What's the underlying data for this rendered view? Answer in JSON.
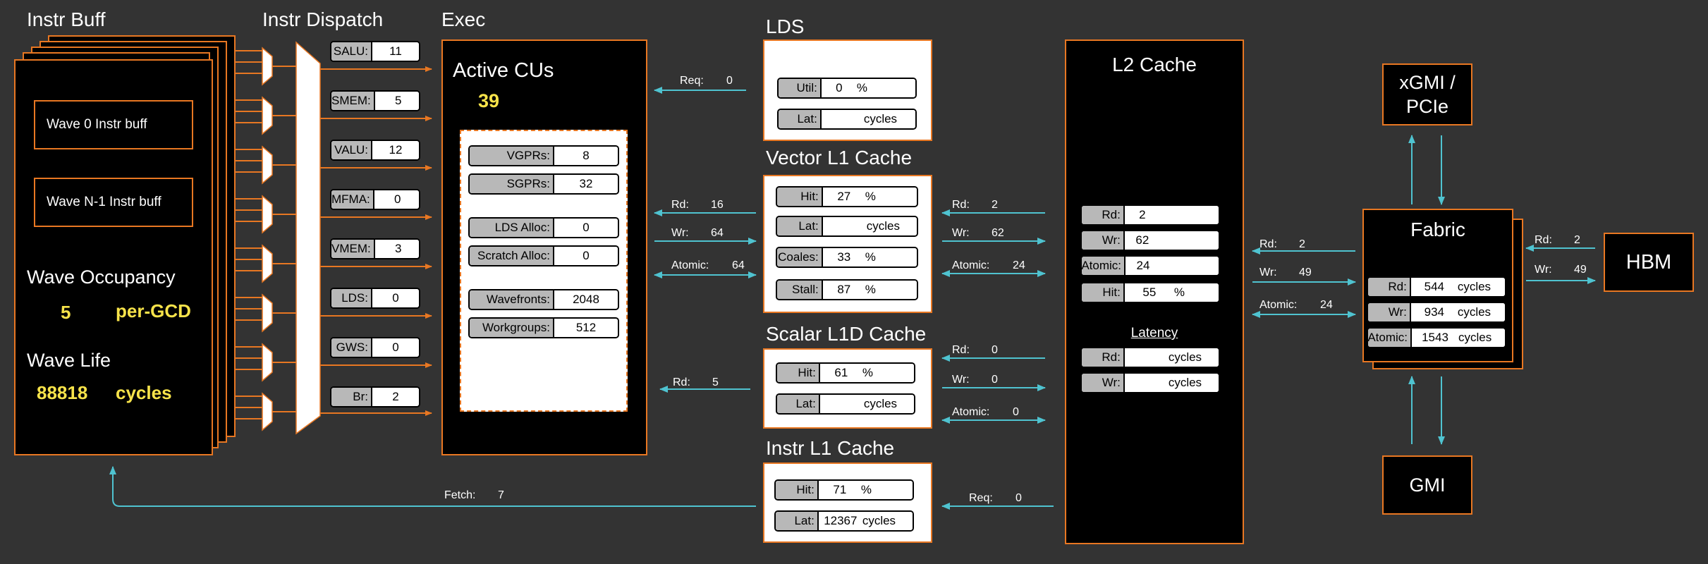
{
  "titles": {
    "instr_buff": "Instr Buff",
    "instr_dispatch": "Instr Dispatch",
    "exec": "Exec",
    "lds": "LDS",
    "vl1": "Vector L1 Cache",
    "sl1d": "Scalar L1D Cache",
    "il1": "Instr L1 Cache",
    "l2": "L2 Cache",
    "fabric": "Fabric",
    "xgmi": "xGMI /",
    "pcie": "PCIe",
    "gmi": "GMI",
    "hbm": "HBM"
  },
  "instr_buff": {
    "wave0": "Wave 0 Instr buff",
    "waven": "Wave N-1 Instr buff",
    "occupancy_label": "Wave Occupancy",
    "occupancy_value": "5",
    "occupancy_unit": "per-GCD",
    "life_label": "Wave Life",
    "life_value": "88818",
    "life_unit": "cycles"
  },
  "dispatch": [
    {
      "label": "SALU:",
      "value": "11"
    },
    {
      "label": "SMEM:",
      "value": "5"
    },
    {
      "label": "VALU:",
      "value": "12"
    },
    {
      "label": "MFMA:",
      "value": "0"
    },
    {
      "label": "VMEM:",
      "value": "3"
    },
    {
      "label": "LDS:",
      "value": "0"
    },
    {
      "label": "GWS:",
      "value": "0"
    },
    {
      "label": "Br:",
      "value": "2"
    }
  ],
  "exec": {
    "active_cus_label": "Active CUs",
    "active_cus_value": "39",
    "stats": [
      {
        "label": "VGPRs:",
        "value": "8"
      },
      {
        "label": "SGPRs:",
        "value": "32"
      },
      {
        "label": "LDS Alloc:",
        "value": "0"
      },
      {
        "label": "Scratch Alloc:",
        "value": "0"
      },
      {
        "label": "Wavefronts:",
        "value": "2048"
      },
      {
        "label": "Workgroups:",
        "value": "512"
      }
    ]
  },
  "lds": {
    "stats": [
      {
        "label": "Util:",
        "value": "0",
        "unit": "%"
      },
      {
        "label": "Lat:",
        "value": "",
        "unit": "cycles"
      }
    ],
    "req_label": "Req:",
    "req_value": "0"
  },
  "vl1": {
    "stats": [
      {
        "label": "Hit:",
        "value": "27",
        "unit": "%"
      },
      {
        "label": "Lat:",
        "value": "",
        "unit": "cycles"
      },
      {
        "label": "Coales:",
        "value": "33",
        "unit": "%"
      },
      {
        "label": "Stall:",
        "value": "87",
        "unit": "%"
      }
    ],
    "left": [
      {
        "label": "Rd:",
        "value": "16"
      },
      {
        "label": "Wr:",
        "value": "64"
      },
      {
        "label": "Atomic:",
        "value": "64"
      }
    ],
    "right": [
      {
        "label": "Rd:",
        "value": "2"
      },
      {
        "label": "Wr:",
        "value": "62"
      },
      {
        "label": "Atomic:",
        "value": "24"
      }
    ]
  },
  "sl1d": {
    "stats": [
      {
        "label": "Hit:",
        "value": "61",
        "unit": "%"
      },
      {
        "label": "Lat:",
        "value": "",
        "unit": "cycles"
      }
    ],
    "left": [
      {
        "label": "Rd:",
        "value": "5"
      }
    ],
    "right": [
      {
        "label": "Rd:",
        "value": "0"
      },
      {
        "label": "Wr:",
        "value": "0"
      },
      {
        "label": "Atomic:",
        "value": "0"
      }
    ]
  },
  "il1": {
    "stats": [
      {
        "label": "Hit:",
        "value": "71",
        "unit": "%"
      },
      {
        "label": "Lat:",
        "value": "12367",
        "unit": "cycles"
      }
    ],
    "fetch_label": "Fetch:",
    "fetch_value": "7",
    "req_label": "Req:",
    "req_value": "0"
  },
  "l2": {
    "stats": [
      {
        "label": "Rd:",
        "value": "2",
        "unit": ""
      },
      {
        "label": "Wr:",
        "value": "62",
        "unit": ""
      },
      {
        "label": "Atomic:",
        "value": "24",
        "unit": ""
      },
      {
        "label": "Hit:",
        "value": "55",
        "unit": "%"
      }
    ],
    "latency_label": "Latency",
    "latency": [
      {
        "label": "Rd:",
        "value": "",
        "unit": "cycles"
      },
      {
        "label": "Wr:",
        "value": "",
        "unit": "cycles"
      }
    ],
    "right": [
      {
        "label": "Rd:",
        "value": "2"
      },
      {
        "label": "Wr:",
        "value": "49"
      },
      {
        "label": "Atomic:",
        "value": "24"
      }
    ]
  },
  "fabric": {
    "stats": [
      {
        "label": "Rd:",
        "value": "544",
        "unit": "cycles"
      },
      {
        "label": "Wr:",
        "value": "934",
        "unit": "cycles"
      },
      {
        "label": "Atomic:",
        "value": "1543",
        "unit": "cycles"
      }
    ],
    "hbm": [
      {
        "label": "Rd:",
        "value": "2"
      },
      {
        "label": "Wr:",
        "value": "49"
      }
    ]
  },
  "colors": {
    "orange": "#e87722",
    "cyan": "#4fc3d0",
    "yellow": "#f7e34a",
    "background": "#333333"
  }
}
